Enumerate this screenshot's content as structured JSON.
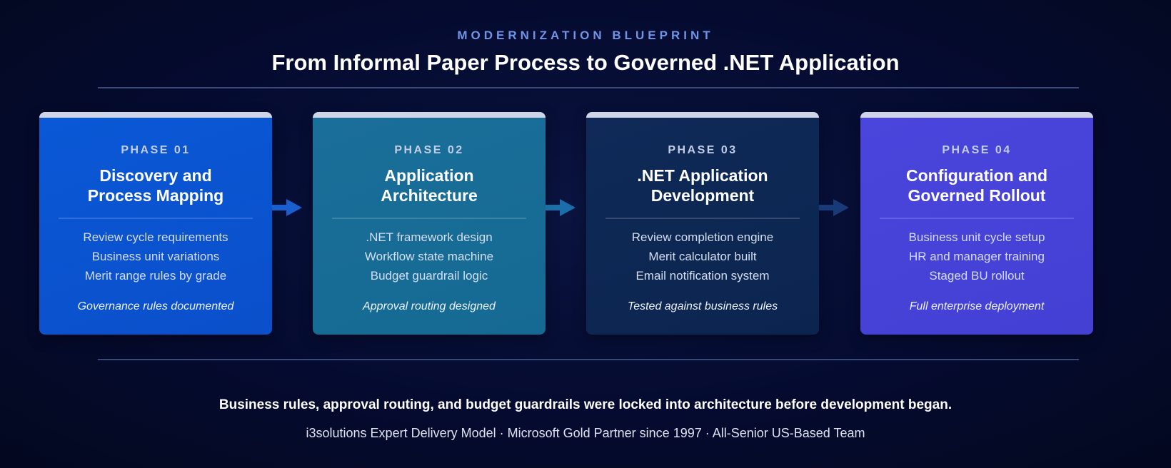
{
  "header": {
    "eyebrow": "MODERNIZATION BLUEPRINT",
    "title": "From Informal Paper Process to Governed .NET Application"
  },
  "phases": [
    {
      "phase_label": "PHASE 01",
      "title_line1": "Discovery and",
      "title_line2": "Process Mapping",
      "items": [
        "Review cycle requirements",
        "Business unit variations",
        "Merit range rules by grade"
      ],
      "outcome": "Governance rules documented",
      "color": "#0a58d6"
    },
    {
      "phase_label": "PHASE 02",
      "title_line1": "Application",
      "title_line2": "Architecture",
      "items": [
        ".NET framework design",
        "Workflow state machine",
        "Budget guardrail logic"
      ],
      "outcome": "Approval routing designed",
      "color": "#1a6f9a"
    },
    {
      "phase_label": "PHASE 03",
      "title_line1": ".NET Application",
      "title_line2": "Development",
      "items": [
        "Review completion engine",
        "Merit calculator built",
        "Email notification system"
      ],
      "outcome": "Tested against business rules",
      "color": "#0f2a58"
    },
    {
      "phase_label": "PHASE 04",
      "title_line1": "Configuration and",
      "title_line2": "Governed Rollout",
      "items": [
        "Business unit cycle setup",
        "HR and manager training",
        "Staged BU rollout"
      ],
      "outcome": "Full enterprise deployment",
      "color": "#4a45dc"
    }
  ],
  "footer": {
    "statement": "Business rules, approval routing, and budget guardrails were locked into architecture before development began.",
    "tagline": "i3solutions Expert Delivery Model · Microsoft Gold Partner since 1997 · All-Senior US-Based Team"
  },
  "colors": {
    "background": "#040a2c",
    "eyebrow": "#6f95e6",
    "arrow": "#1a5fd0"
  }
}
